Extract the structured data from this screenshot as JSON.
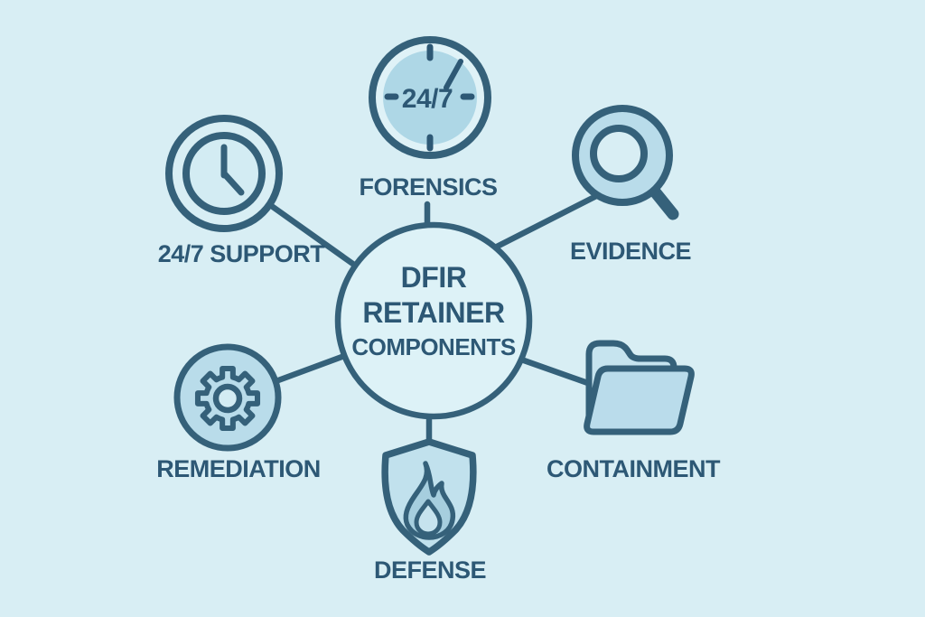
{
  "colors": {
    "background": "#d8eef4",
    "outline": "#35617a",
    "text": "#2d5875",
    "icon_fill": "#b7dbe9",
    "center_circle_fill": "#ddf2f7"
  },
  "center": {
    "line1": "DFIR",
    "line2": "RETAINER",
    "line3": "COMPONENTS"
  },
  "clock_badge": "24/7",
  "nodes": [
    {
      "id": "forensics",
      "label": "FORENSICS",
      "icon": "clock-24-7-icon"
    },
    {
      "id": "support",
      "label": "24/7 SUPPORT",
      "icon": "clock-icon"
    },
    {
      "id": "evidence",
      "label": "EVIDENCE",
      "icon": "magnifier-icon"
    },
    {
      "id": "remediation",
      "label": "REMEDIATION",
      "icon": "gear-icon"
    },
    {
      "id": "containment",
      "label": "CONTAINMENT",
      "icon": "folder-icon"
    },
    {
      "id": "defense",
      "label": "DEFENSE",
      "icon": "shield-flame-icon"
    }
  ]
}
